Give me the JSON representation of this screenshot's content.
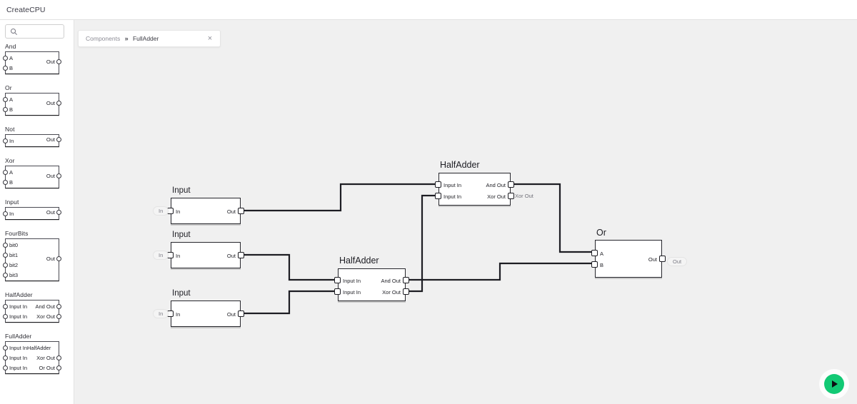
{
  "app": {
    "title": "CreateCPU"
  },
  "search": {
    "placeholder": "",
    "value": "",
    "icon": "search-icon"
  },
  "tab": {
    "root": "Components",
    "separator": "»",
    "current": "FullAdder",
    "close": "×"
  },
  "palette": [
    {
      "name": "And",
      "inputs": [
        "A",
        "B"
      ],
      "outputs": [
        "Out"
      ],
      "center": null
    },
    {
      "name": "Or",
      "inputs": [
        "A",
        "B"
      ],
      "outputs": [
        "Out"
      ],
      "center": null
    },
    {
      "name": "Not",
      "inputs": [
        "In"
      ],
      "outputs": [
        "Out"
      ],
      "center": null
    },
    {
      "name": "Xor",
      "inputs": [
        "A",
        "B"
      ],
      "outputs": [
        "Out"
      ],
      "center": null
    },
    {
      "name": "Input",
      "inputs": [
        "In"
      ],
      "outputs": [
        "Out"
      ],
      "center": null
    },
    {
      "name": "FourBits",
      "inputs": [
        "bit0",
        "bit1",
        "bit2",
        "bit3"
      ],
      "outputs": [
        "Out"
      ],
      "center": null
    },
    {
      "name": "HalfAdder",
      "inputs": [
        "Input In",
        "Input In"
      ],
      "outputs": [
        "And Out",
        "Xor Out"
      ],
      "center": null
    },
    {
      "name": "FullAdder",
      "inputs": [
        "Input In",
        "Input In",
        "Input In"
      ],
      "outputs": [
        "",
        "Xor Out",
        "Or Out"
      ],
      "center": "HalfAdder"
    }
  ],
  "graph": {
    "nodes": [
      {
        "id": "input1",
        "title": "Input",
        "in": [
          "In"
        ],
        "out": [
          "Out"
        ],
        "chip_in": "In",
        "chip_out": null
      },
      {
        "id": "input2",
        "title": "Input",
        "in": [
          "In"
        ],
        "out": [
          "Out"
        ],
        "chip_in": "In",
        "chip_out": null
      },
      {
        "id": "input3",
        "title": "Input",
        "in": [
          "In"
        ],
        "out": [
          "Out"
        ],
        "chip_in": "In",
        "chip_out": null
      },
      {
        "id": "halfadder1",
        "title": "HalfAdder",
        "in": [
          "Input In",
          "Input In"
        ],
        "out": [
          "And Out",
          "Xor Out"
        ],
        "ext_out": "Xor Out"
      },
      {
        "id": "halfadder2",
        "title": "HalfAdder",
        "in": [
          "Input In",
          "Input In"
        ],
        "out": [
          "And Out",
          "Xor Out"
        ]
      },
      {
        "id": "or1",
        "title": "Or",
        "in": [
          "A",
          "B"
        ],
        "out": [
          "Out"
        ],
        "chip_out": "Out"
      }
    ]
  },
  "run": {
    "label": "run",
    "color": "#12c974",
    "icon": "play-icon"
  },
  "colors": {
    "canvas_bg": "#f0f0f0",
    "panel_bg": "#ffffff",
    "wire": "#1d1d23",
    "accent": "#12c974"
  }
}
